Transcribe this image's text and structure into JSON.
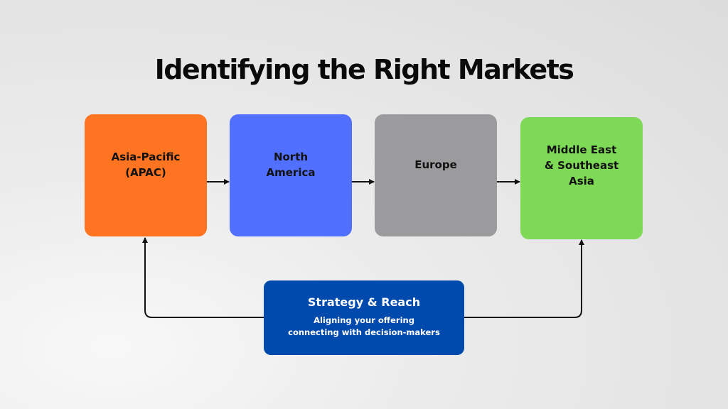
{
  "title": "Identifying the Right Markets",
  "markets": [
    {
      "lines": [
        "Asia-Pacific",
        "(APAC)"
      ],
      "color": "#ff7420"
    },
    {
      "lines": [
        "North",
        "America"
      ],
      "color": "#5170ff"
    },
    {
      "lines": [
        "Europe"
      ],
      "color": "#9b9b9d"
    },
    {
      "lines": [
        "Middle East",
        "& Southeast",
        "Asia"
      ],
      "color": "#7ed957"
    }
  ],
  "strategy": {
    "title": "Strategy & Reach",
    "lines": [
      "Aligning your offering",
      "connecting with decision-makers"
    ],
    "color": "#004aad"
  },
  "colors": {
    "background": "#e8e8e8",
    "arrow": "#111111",
    "title_text": "#0a0a0a"
  }
}
